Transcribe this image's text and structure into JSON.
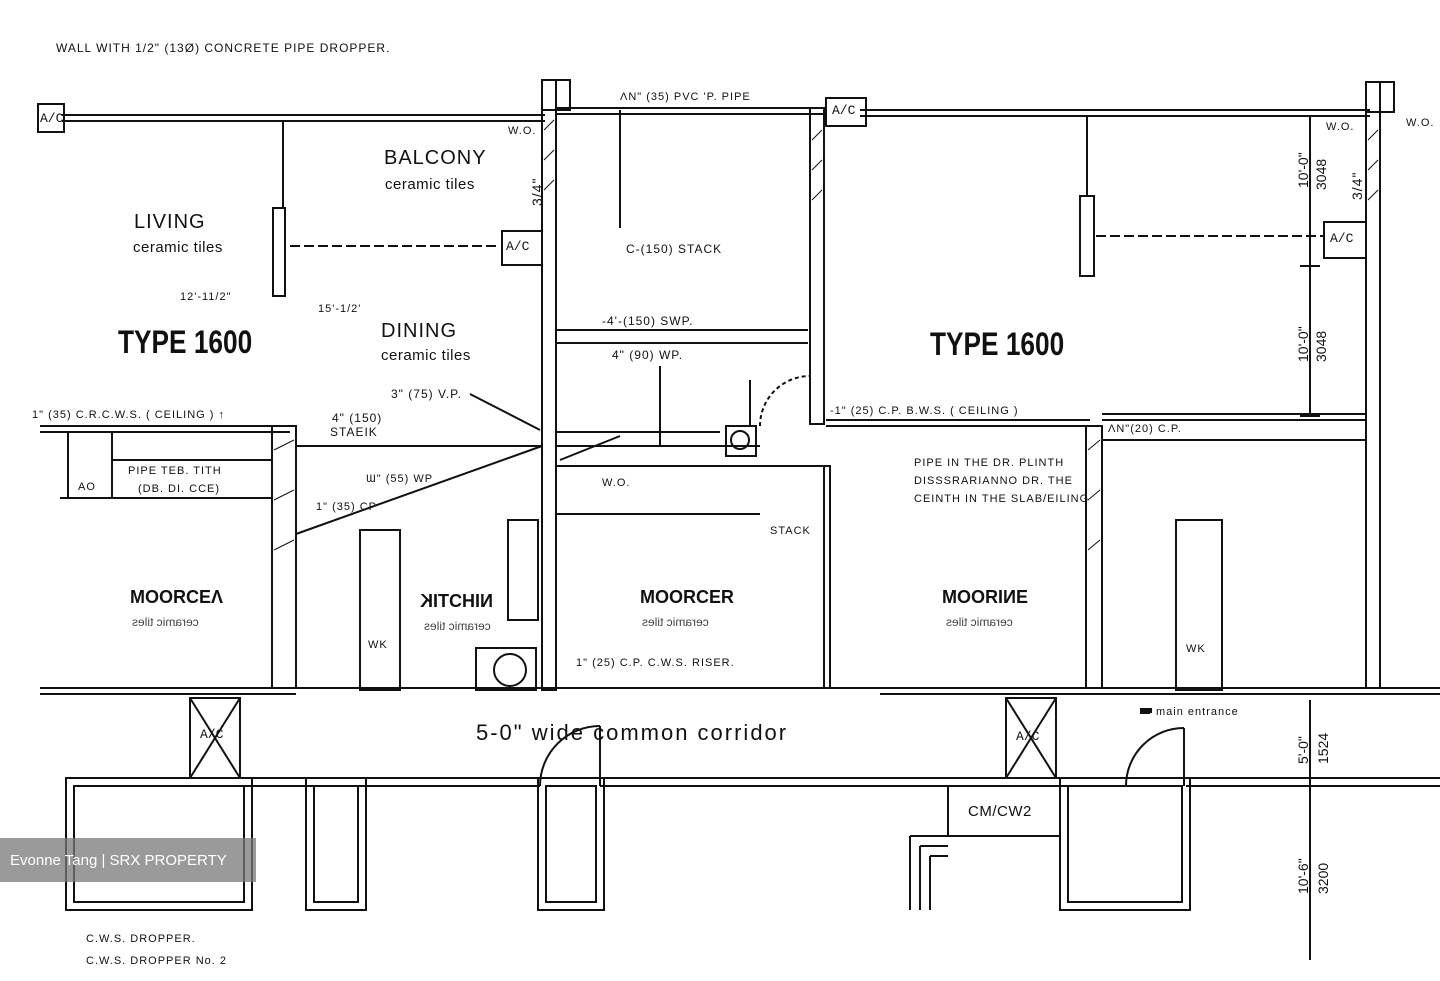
{
  "header_note": "WALL WITH 1/2\" (13Ø) CONCRETE PIPE DROPPER.",
  "rooms": {
    "living": "LIVING",
    "living_sub": "ceramic tiles",
    "balcony": "BALCONY",
    "balcony_sub": "ceramic tiles",
    "dining": "DINING",
    "dining_sub": "ceramic tiles"
  },
  "types": {
    "left": "TYPE 1600",
    "right": "TYPE 1600"
  },
  "mirrored": {
    "room_a": "ɅƎƆЯOOM",
    "room_a_sub": "ceramic tiles",
    "room_b": "NIHƆTIK",
    "room_b_sub": "ceramic tiles",
    "room_c": "ЯƎƆЯOOM",
    "room_c_sub": "ceramic tiles",
    "room_d": "ƎNIЯOOM",
    "room_d_sub": "ceramic tiles"
  },
  "notes": {
    "pvc_pipe": "ɅN\" (35) PVC 'P. PIPE",
    "stack_150": "C-(150) STACK",
    "swp": "-4'-(150) SWP.",
    "wp": "4\" (90) WP.",
    "vp": "3\" (75) V.P.",
    "stack4": "4\" (150)",
    "stack4b": "STAEIK",
    "cws_ceiling": "1\" (35) C.R.C.W.S. ( CEILING ) ↑",
    "cp_ceiling": "-1\" (25) C.P. B.W.S. ( CEILING )",
    "an_cp": "ɅN\"(20) C.P.",
    "pipe_left_1": "PIPE TEB. TITH",
    "pipe_left_2": "(DB. DI. CCE)",
    "wp_55": "Ɯ\" (55) WP",
    "cp_35": "1\" (35) CP",
    "stack_right": "STACK",
    "riser": "1\" (25) C.P. C.W.S. RISER.",
    "plinth_1": "PIPE IN THE DR. PLINTH",
    "plinth_2": "DISSSRARIANNO DR. THE",
    "plinth_3": "CEINTH IN THE SLAB/EILING",
    "dim_a": "12'-11/2\"",
    "dim_b": "15'-1/2'",
    "dim_34": "3/4\"",
    "dim_34b": "3/4\"",
    "wo": "W.O.",
    "wk": "WK",
    "ao": "AO",
    "ac": "A/C",
    "cm": "CM/CW2",
    "main_entrance": "main entrance",
    "dropper1": "C.W.S. DROPPER.",
    "dropper2": "C.W.S. DROPPER No. 2"
  },
  "dimensions": {
    "d1_ft": "10'-0\"",
    "d1_mm": "3048",
    "d2_ft": "10'-0\"",
    "d2_mm": "3048",
    "d3_ft": "5'-0\"",
    "d3_mm": "1524",
    "d4_ft": "10'-6\"",
    "d4_mm": "3200"
  },
  "corridor": "5-0\"  wide  common  corridor",
  "watermark": "Evonne Tang | SRX PROPERTY"
}
